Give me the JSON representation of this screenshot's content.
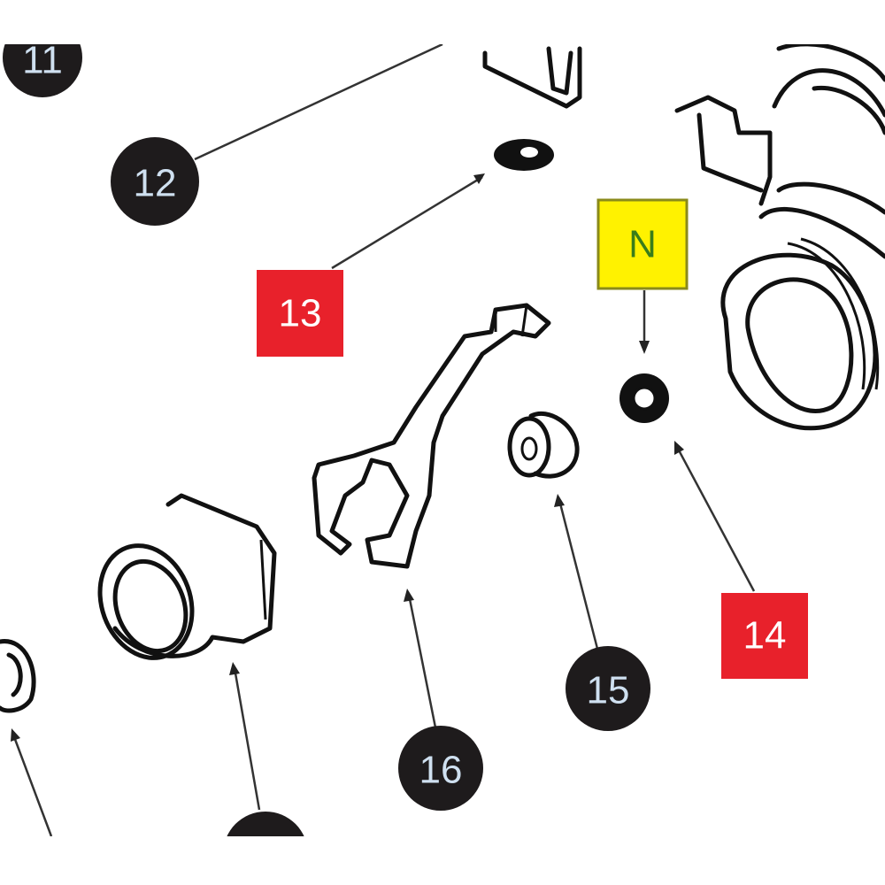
{
  "callouts": {
    "c11": "11",
    "c12": "12",
    "c13": "13",
    "c14": "14",
    "c15": "15",
    "c16": "16",
    "n": "N"
  },
  "colors": {
    "circle": "#1e1b1c",
    "red": "#e8212b",
    "yellow": "#fff200",
    "yellow_border": "#8a8a1a",
    "circle_text": "#cfe0f0",
    "red_text": "#ffffff",
    "n_text": "#3a7d1a"
  }
}
